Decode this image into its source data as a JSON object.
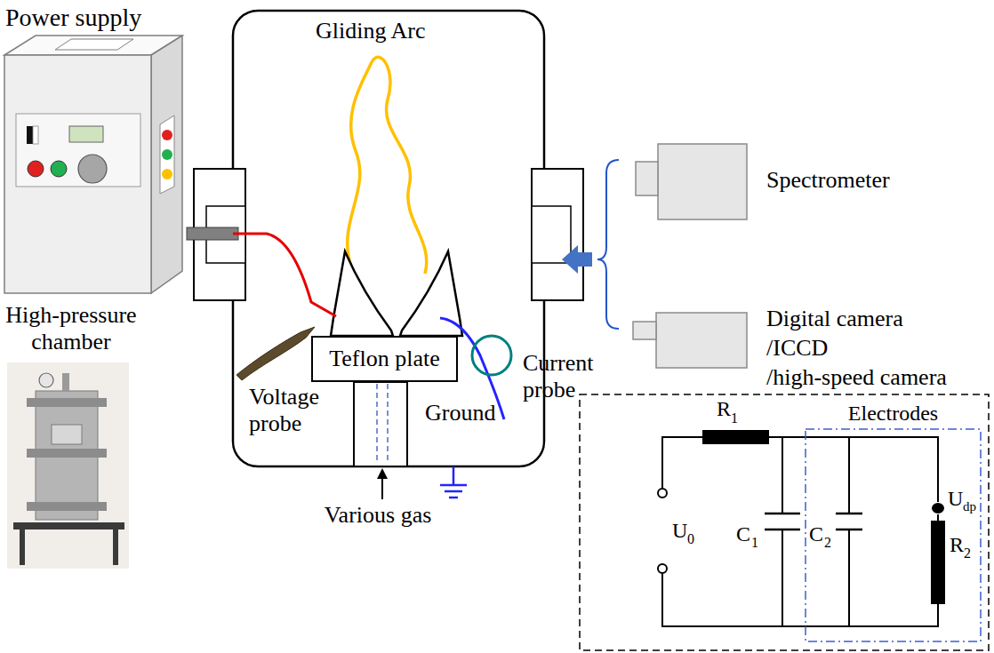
{
  "diagram": {
    "nodes": [
      {
        "text": [
          "Teflon plate"
        ]
      },
      {
        "text": [
          "Electrodes"
        ]
      }
    ],
    "labels": [
      "Power supply",
      "High-pressure chamber",
      "Gliding Arc",
      "Spectrometer",
      "Digital camera",
      "/ICCD",
      "/high-speed camera",
      "Voltage probe",
      "Current probe",
      "Ground",
      "Various gas",
      "R",
      "1",
      "C",
      "1",
      "C",
      "2",
      "R",
      "2",
      "U",
      "0",
      "U",
      "dp"
    ]
  }
}
